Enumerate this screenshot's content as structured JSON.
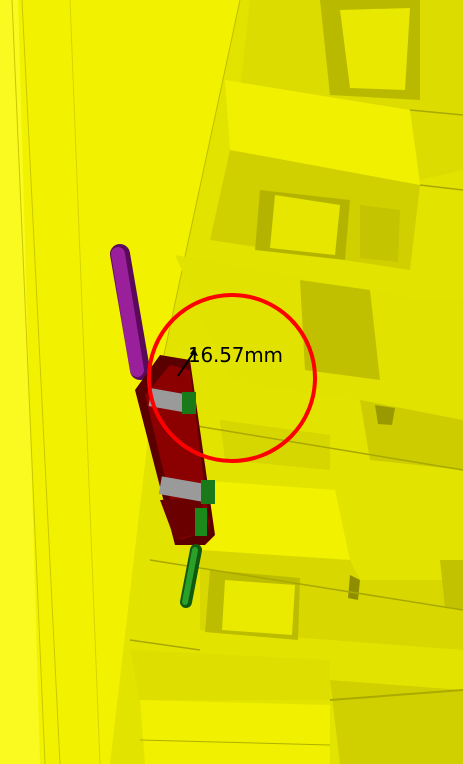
{
  "viewport": {
    "measurement": {
      "value_text": "16.57mm",
      "value": 16.57,
      "unit": "mm"
    }
  },
  "colors": {
    "highlight_circle": "#ff0000",
    "model_face": "#ffff00",
    "model_shadow": "#b8b800",
    "component_body": "#8b0000",
    "pin": "#1a8a1a",
    "rod": "#8b1a8b"
  }
}
